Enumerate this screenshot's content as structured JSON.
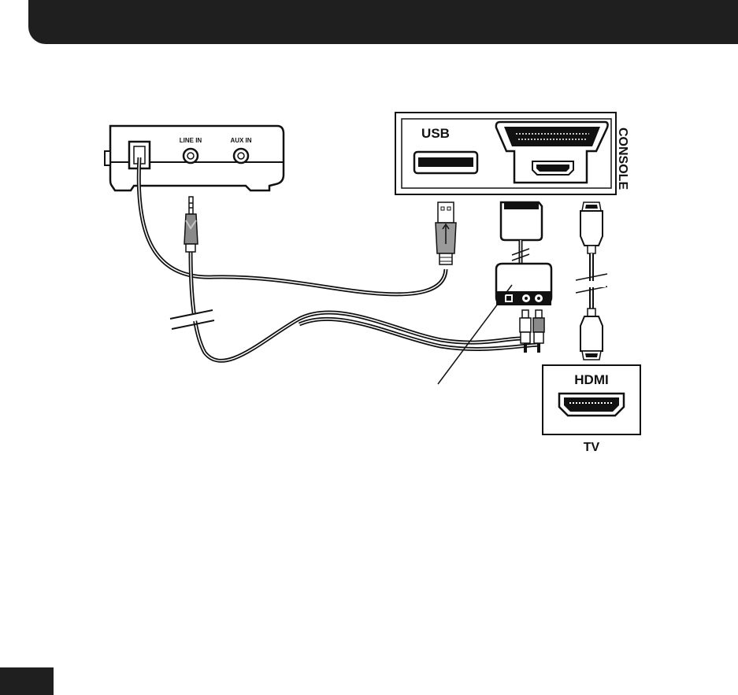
{
  "diagram": {
    "receiver": {
      "line_in_label": "LINE IN",
      "aux_in_label": "AUX IN"
    },
    "console": {
      "label": "CONSOLE",
      "usb_label": "USB"
    },
    "tv": {
      "label": "TV",
      "hdmi_label": "HDMI"
    }
  }
}
